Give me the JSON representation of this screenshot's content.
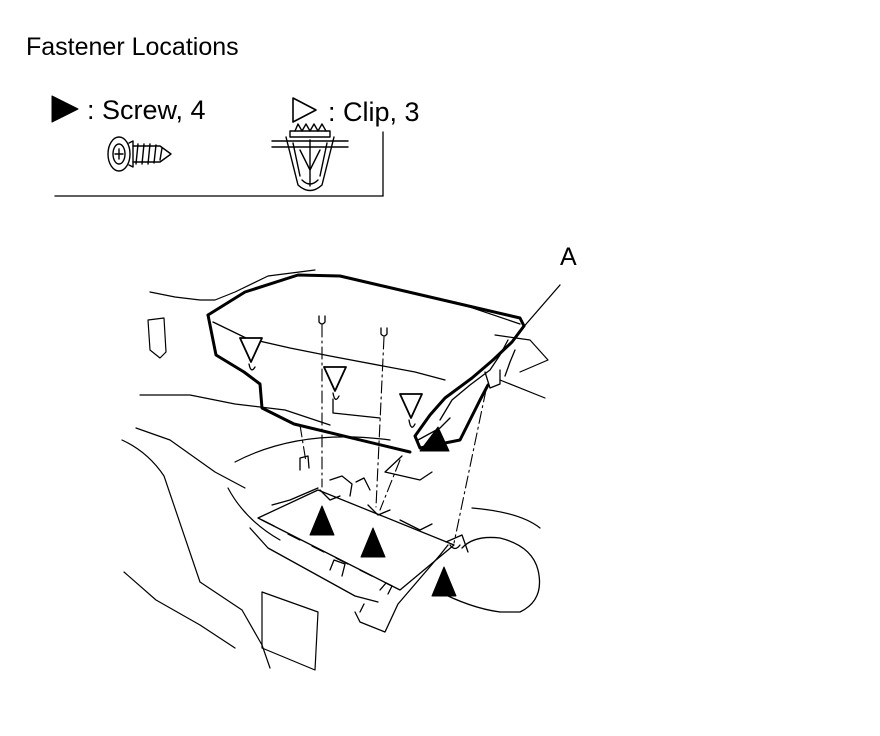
{
  "title": "Fastener Locations",
  "legend": {
    "screw": {
      "label": ": Screw, 4",
      "icon": "filled-triangle-icon"
    },
    "clip": {
      "label": ": Clip, 3",
      "icon": "outline-triangle-icon"
    }
  },
  "callout_label": "A",
  "colors": {
    "line": "#000000",
    "background": "#ffffff"
  }
}
